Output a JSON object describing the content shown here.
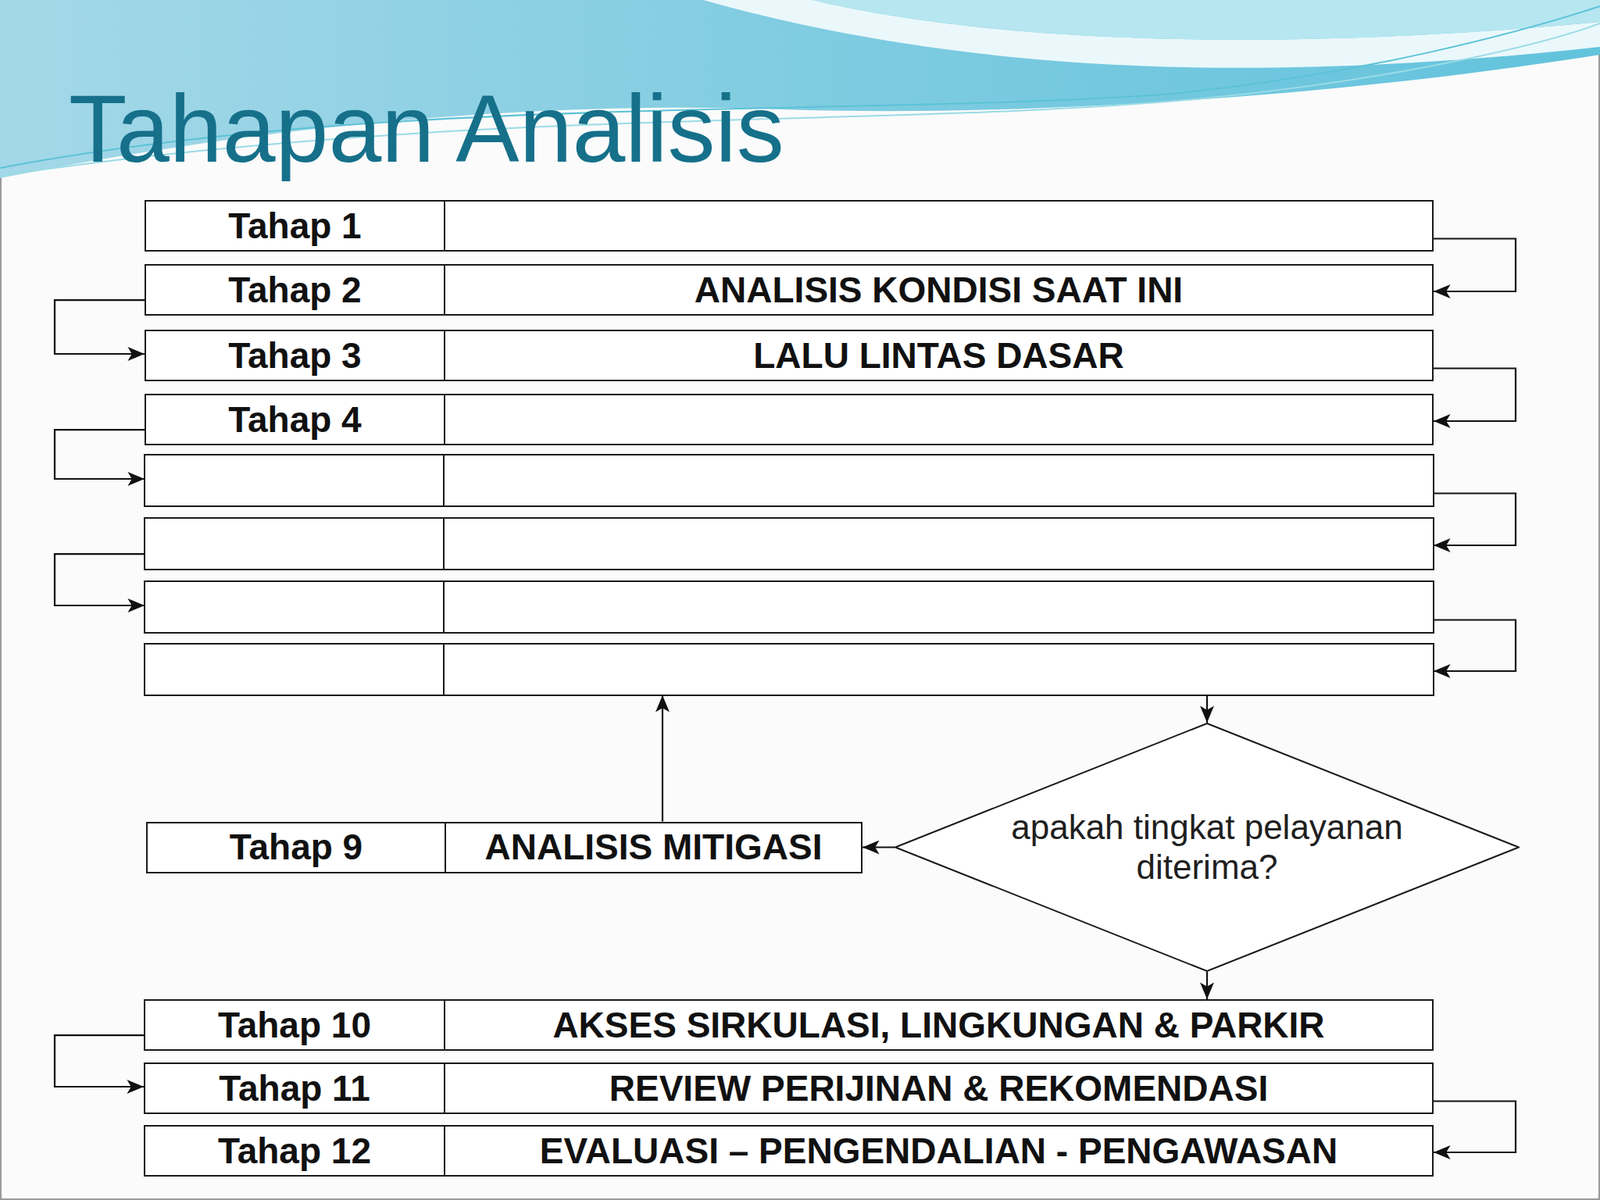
{
  "diagram": {
    "title": "Tahapan Analisis",
    "nodes": [
      {
        "text": [
          "Tahap 1"
        ]
      },
      {
        "text": [
          "Tahap 2",
          "ANALISIS KONDISI SAAT INI"
        ]
      },
      {
        "text": [
          "Tahap 3",
          "LALU LINTAS DASAR"
        ]
      },
      {
        "text": [
          "Tahap 4"
        ]
      },
      {
        "text": [
          "Tahap 9",
          "ANALISIS MITIGASI"
        ]
      },
      {
        "text": [
          "apakah tingkat pelayanan diterima?"
        ]
      },
      {
        "text": [
          "Tahap 10",
          "AKSES SIRKULASI, LINGKUNGAN & PARKIR"
        ]
      },
      {
        "text": [
          "Tahap 11",
          "REVIEW PERIJINAN & REKOMENDASI"
        ]
      },
      {
        "text": [
          "Tahap 12",
          "EVALUASI – PENGENDALIAN - PENGAWASAN"
        ]
      }
    ],
    "edges": [
      {
        "from": 0,
        "to": 1,
        "arrow": "to"
      },
      {
        "from": 1,
        "to": 2,
        "arrow": "to"
      },
      {
        "from": 2,
        "to": 3,
        "arrow": "to"
      },
      {
        "from": 5,
        "to": 4,
        "arrow": "to"
      },
      {
        "from": 5,
        "to": 6,
        "arrow": "to"
      },
      {
        "from": 6,
        "to": 7,
        "arrow": "to"
      },
      {
        "from": 7,
        "to": 8,
        "arrow": "to"
      }
    ]
  }
}
